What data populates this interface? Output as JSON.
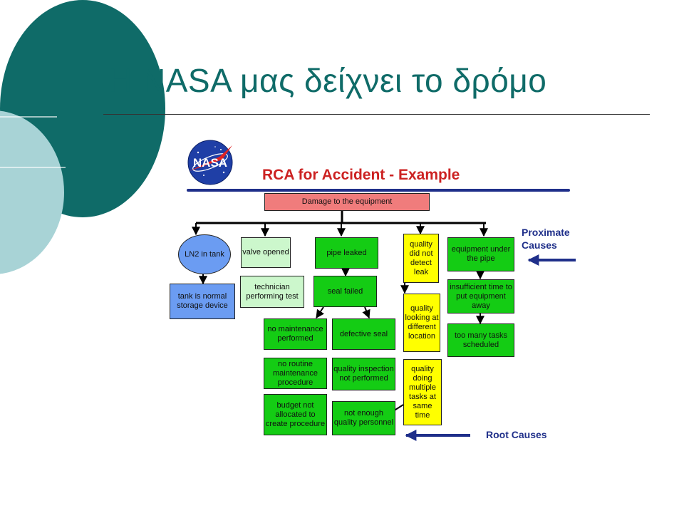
{
  "slide": {
    "title": "Η NASA μας δείχνει το δρόμο"
  },
  "logo": {
    "text": "NASA"
  },
  "diagram": {
    "title": "RCA for Accident - Example",
    "root_node": "Damage  to the equipment",
    "nodes": {
      "ln2_in_tank": "LN2 in tank",
      "tank_normal": "tank is normal storage device",
      "valve_opened": "valve opened",
      "technician": "technician performing test",
      "pipe_leaked": "pipe leaked",
      "seal_failed": "seal failed",
      "no_maintenance": "no maintenance performed",
      "defective_seal": "defective seal",
      "no_routine": "no routine maintenance procedure",
      "quality_inspection": "quality inspection not performed",
      "budget": "budget not allocated to create procedure",
      "not_enough": "not  enough quality personnel",
      "quality_not_detect": "quality did not detect leak",
      "quality_looking": "quality looking at different location",
      "quality_multiple": "quality doing multiple tasks at same time",
      "equipment_under": "equipment under the pipe",
      "insufficient_time": "insufficient time to put equipment away",
      "too_many": "too many tasks scheduled"
    },
    "labels": {
      "proximate": "Proximate Causes",
      "root": "Root Causes"
    }
  },
  "colors": {
    "teal_dark": "#0f6b68",
    "teal_light": "#a8d3d6",
    "rca_red": "#cc2222",
    "navy": "#1f2f8a",
    "pink": "#f07c7c",
    "green": "#14cc14",
    "light_green": "#ccf7cc",
    "yellow": "#ffff00",
    "blue": "#6b9cf2"
  }
}
